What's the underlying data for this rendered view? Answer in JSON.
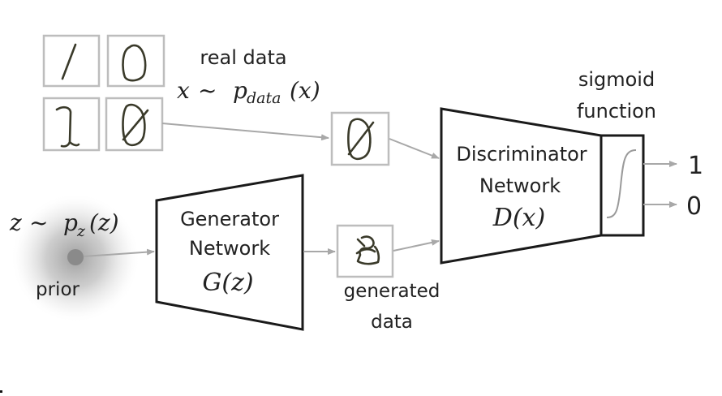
{
  "diagram": {
    "title": "Generative Adversarial Network",
    "real_data": {
      "label": "real data",
      "formula_var": "x",
      "formula_tilde": "~",
      "formula_p": "p",
      "formula_sub": "data",
      "formula_arg": "(x)",
      "samples": [
        "1",
        "0",
        "1",
        "0"
      ]
    },
    "prior": {
      "formula_var": "z",
      "formula_tilde": "~",
      "formula_p": "p",
      "formula_sub": "z",
      "formula_arg": "(z)",
      "label": "prior"
    },
    "generator": {
      "line1": "Generator",
      "line2": "Network",
      "func": "G(z)"
    },
    "generated": {
      "line1": "generated",
      "line2": "data"
    },
    "discriminator": {
      "line1": "Discriminator",
      "line2": "Network",
      "func": "D(x)"
    },
    "sigmoid": {
      "line1": "sigmoid",
      "line2": "function"
    },
    "outputs": [
      "1",
      "0"
    ],
    "colors": {
      "box_border": "#bdbdbd",
      "arrow": "#a8a8a8",
      "network_border": "#1a1a1a",
      "ink": "#3a3a2a",
      "prior_dot": "#8a8a8a"
    }
  }
}
